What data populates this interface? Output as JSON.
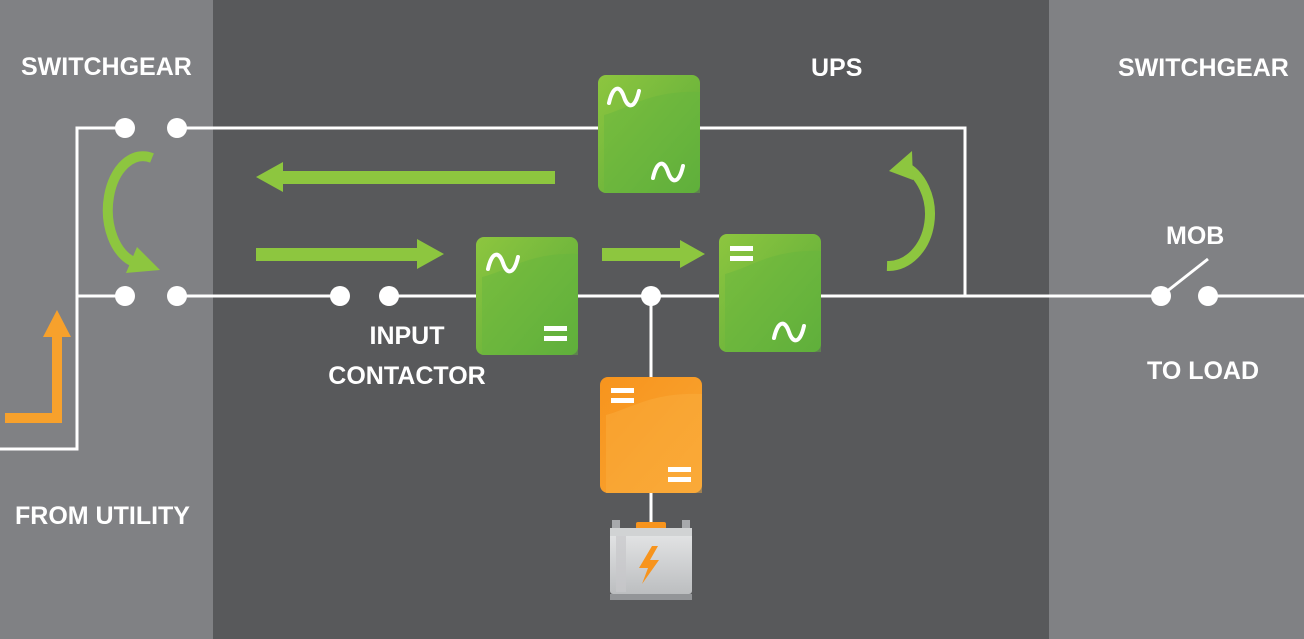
{
  "labels": {
    "switchgear_left": "SWITCHGEAR",
    "ups": "UPS",
    "switchgear_right": "SWITCHGEAR",
    "mob": "MOB",
    "input": "INPUT",
    "contactor": "CONTACTOR",
    "to_load": "TO LOAD",
    "from_utility": "FROM UTILITY"
  },
  "colors": {
    "panel_light": "#808184",
    "panel_dark": "#58595b",
    "wire": "#ffffff",
    "flow_arrow": "#8dc63f",
    "module_green": "#6bb83f",
    "module_orange": "#f7941d",
    "utility_arrow": "#f7a12c"
  },
  "modules": [
    {
      "name": "static-bypass-module",
      "top_symbol": "ac",
      "bottom_symbol": "ac"
    },
    {
      "name": "rectifier-module",
      "top_symbol": "ac",
      "bottom_symbol": "dc"
    },
    {
      "name": "inverter-module",
      "top_symbol": "dc",
      "bottom_symbol": "ac"
    },
    {
      "name": "dc-dc-converter-module",
      "top_symbol": "dc",
      "bottom_symbol": "dc"
    }
  ],
  "icons": [
    "battery-icon",
    "lightning-bolt-icon",
    "ac-sine-icon",
    "dc-equal-icon"
  ]
}
